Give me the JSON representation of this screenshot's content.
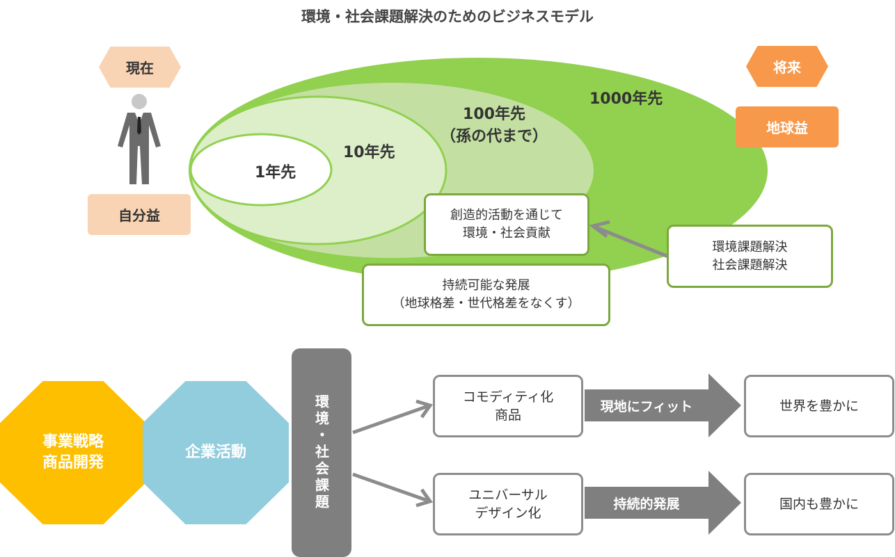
{
  "title": "環境・社会課題解決のためのビジネスモデル",
  "present_tag": "現在",
  "future_tag": "将来",
  "self_benefit": "自分益",
  "earth_benefit": "地球益",
  "rings": {
    "ring1": "1年先",
    "ring10": "10年先",
    "ring100_line1": "100年先",
    "ring100_line2": "（孫の代まで）",
    "ring1000": "1000年先"
  },
  "boxes": {
    "contribution_line1": "創造的活動を通じて",
    "contribution_line2": "環境・社会貢献",
    "solve_line1": "環境課題解決",
    "solve_line2": "社会課題解決",
    "sustainable_line1": "持続可能な発展",
    "sustainable_line2": "（地球格差・世代格差をなくす）"
  },
  "flow": {
    "strategy_line1": "事業戦略",
    "strategy_line2": "商品開発",
    "corporate": "企業活動",
    "issues": "環境・社会課題",
    "commodity_line1": "コモディティ化",
    "commodity_line2": "商品",
    "universal_line1": "ユニバーサル",
    "universal_line2": "デザイン化",
    "arrow_top": "現地にフィット",
    "arrow_bottom": "持続的発展",
    "result_top": "世界を豊かに",
    "result_bottom": "国内も豊かに"
  },
  "colors": {
    "ring_outer": "#92d050",
    "ring_mid": "#c3e0a2",
    "ring_inner": "#dcefc9",
    "box_border": "#7ba83c",
    "orange": "#f7984a",
    "peach": "#f9d4b4",
    "yellow": "#fdbf00",
    "blue": "#92cddd",
    "gray": "#7f7f7f"
  }
}
